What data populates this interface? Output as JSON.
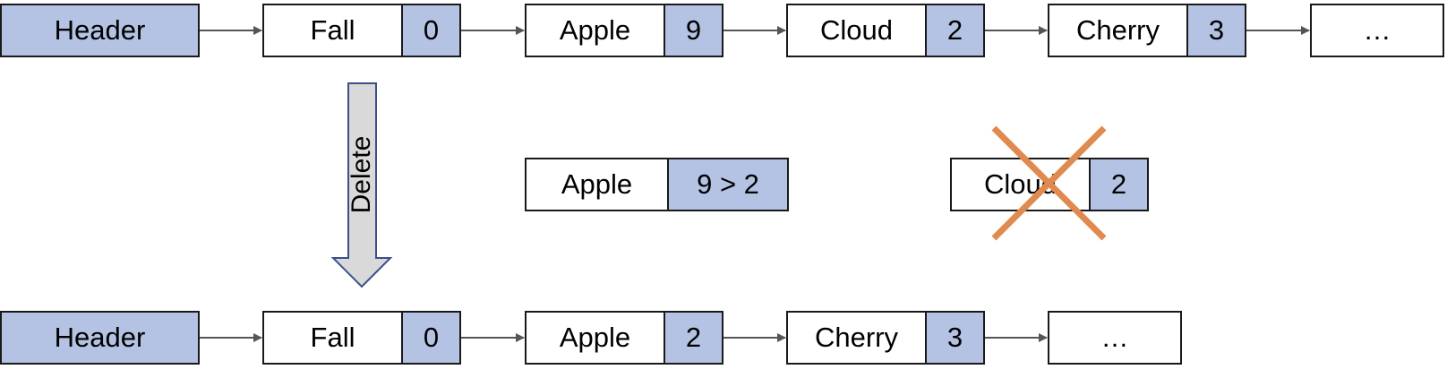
{
  "top_row": {
    "header": "Header",
    "nodes": [
      {
        "key": "Fall",
        "value": "0"
      },
      {
        "key": "Apple",
        "value": "9"
      },
      {
        "key": "Cloud",
        "value": "2"
      },
      {
        "key": "Cherry",
        "value": "3"
      }
    ],
    "tail": "…"
  },
  "delete_label": "Delete",
  "middle": {
    "apple": {
      "key": "Apple",
      "value": "9 > 2"
    },
    "cloud": {
      "key": "Cloud",
      "value": "2"
    }
  },
  "bottom_row": {
    "header": "Header",
    "nodes": [
      {
        "key": "Fall",
        "value": "0"
      },
      {
        "key": "Apple",
        "value": "2"
      },
      {
        "key": "Cherry",
        "value": "3"
      }
    ],
    "tail": "…"
  },
  "colors": {
    "node_blue": "#b4c3e3",
    "arrow_gray": "#555555",
    "cross_orange": "#e08a50",
    "delete_arrow_fill": "#d9d9d9",
    "delete_arrow_stroke": "#3b4f8a"
  }
}
